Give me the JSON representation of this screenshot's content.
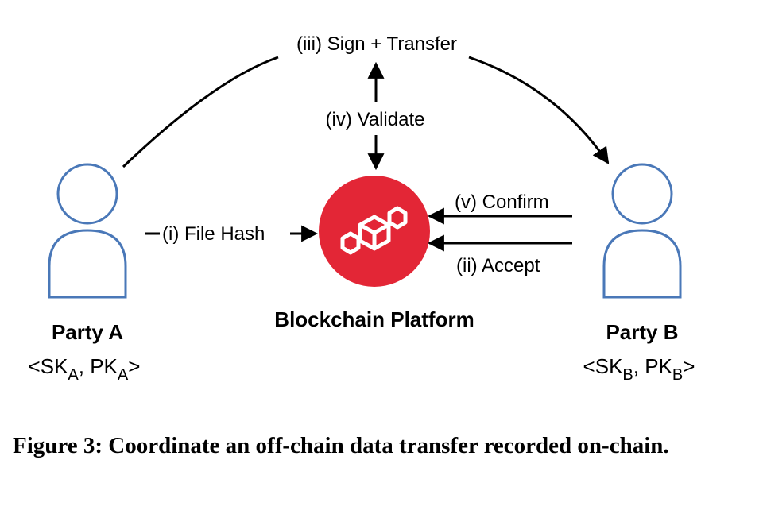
{
  "diagram": {
    "party_a": {
      "name": "Party A",
      "key_open": "<SK",
      "key_sub1": "A",
      "key_mid": ", PK",
      "key_sub2": "A",
      "key_close": ">"
    },
    "party_b": {
      "name": "Party B",
      "key_open": "<SK",
      "key_sub1": "B",
      "key_mid": ", PK",
      "key_sub2": "B",
      "key_close": ">"
    },
    "platform": {
      "name": "Blockchain Platform",
      "color": "#e32636"
    },
    "steps": {
      "file_hash": "(i) File Hash",
      "accept": "(ii) Accept",
      "sign_transfer": "(iii) Sign + Transfer",
      "validate": "(iv) Validate",
      "confirm": "(v) Confirm"
    },
    "person_icon_color": "#4a78b8"
  },
  "caption": "Figure 3: Coordinate an off-chain data transfer recorded on-chain."
}
